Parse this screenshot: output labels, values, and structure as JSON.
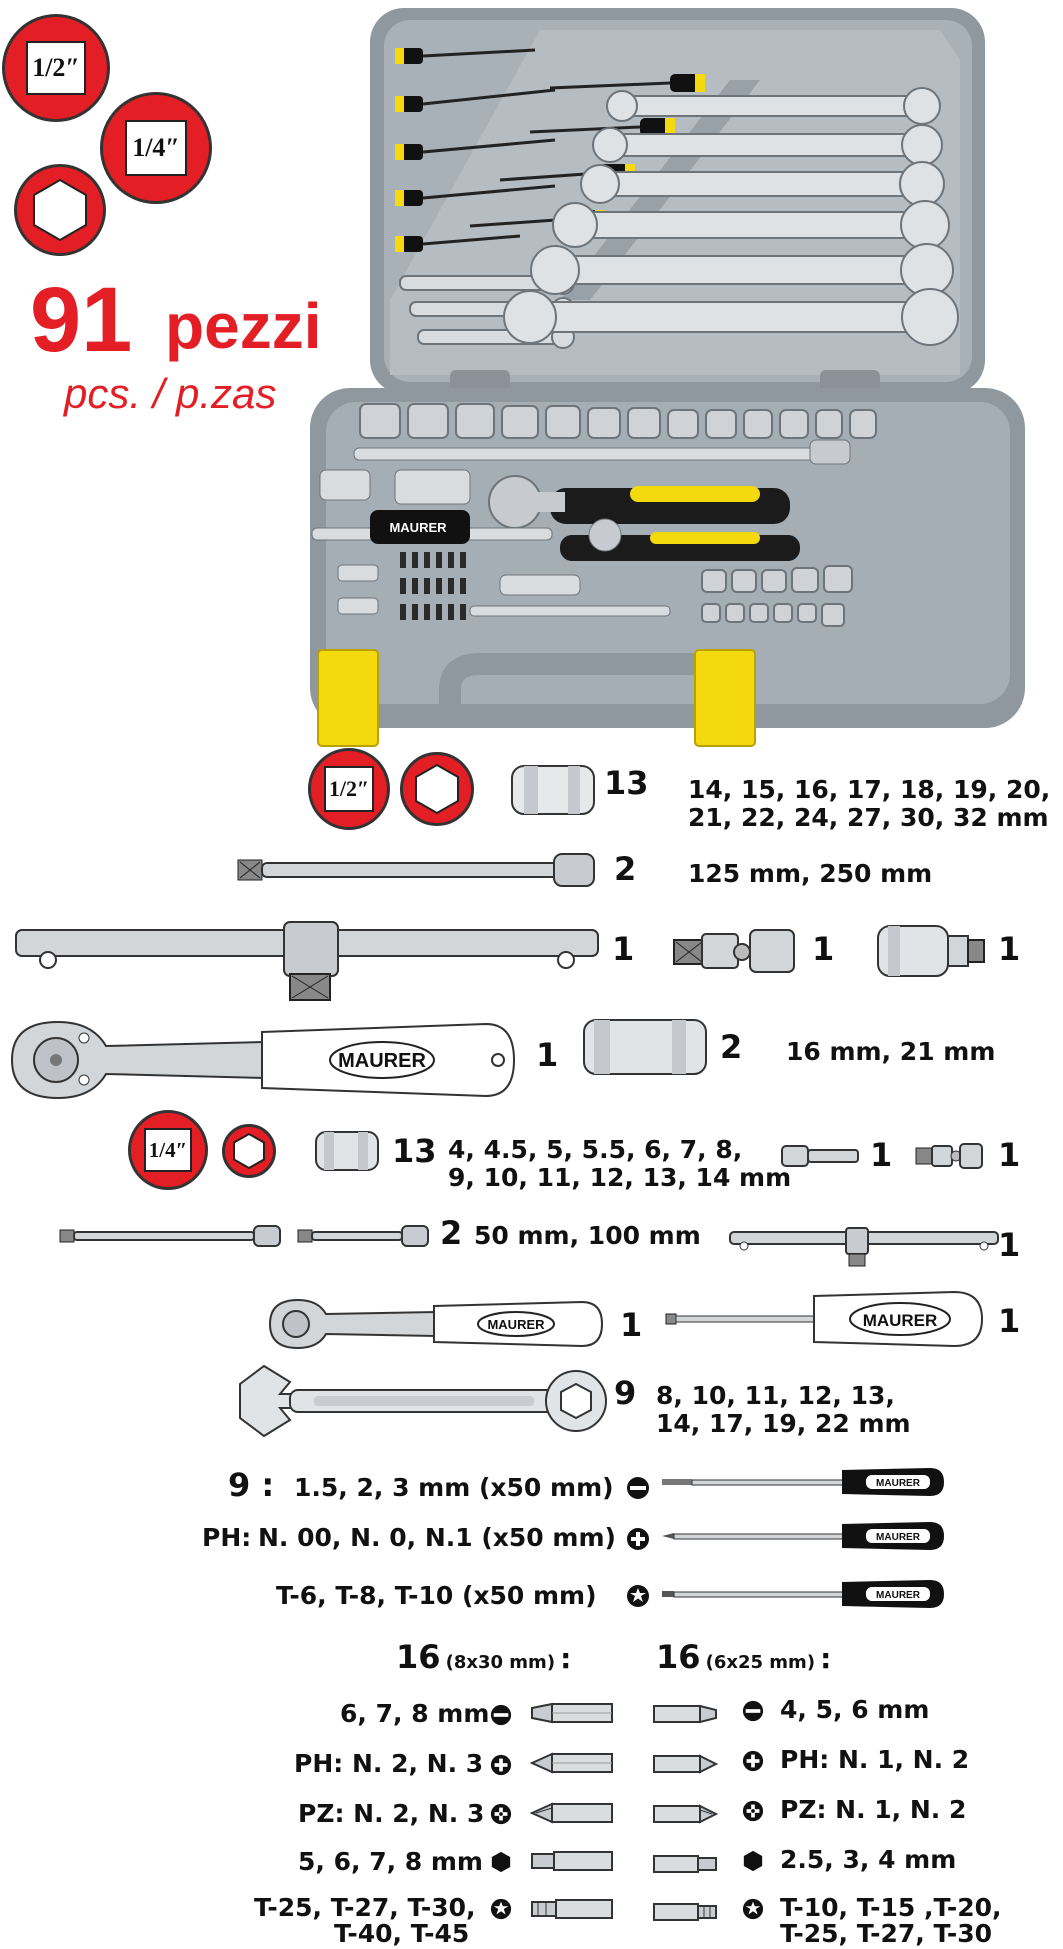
{
  "header": {
    "badge_half": "1/2″",
    "badge_quarter": "1/4″",
    "count": "91",
    "count_word": "pezzi",
    "subtitle": "pcs. / p.zas"
  },
  "brand": "MAURER",
  "rows": {
    "half_sockets": {
      "badge": "1/2″",
      "qty": "13",
      "sizes_1": "14, 15, 16, 17, 18, 19, 20,",
      "sizes_2": "21, 22, 24, 27, 30, 32 mm"
    },
    "half_ext": {
      "qty": "2",
      "sizes": "125  mm, 250  mm"
    },
    "half_tbar": {
      "qty": "1"
    },
    "half_ujoint": {
      "qty": "1"
    },
    "half_adapter": {
      "qty": "1"
    },
    "half_ratchet": {
      "qty": "1"
    },
    "half_deep": {
      "qty": "2",
      "sizes": "16  mm, 21  mm"
    },
    "quarter_sockets": {
      "badge": "1/4″",
      "qty": "13",
      "sizes_1": "4, 4.5, 5, 5.5, 6, 7, 8,",
      "sizes_2": "9, 10, 11, 12, 13, 14 mm"
    },
    "quarter_adapter": {
      "qty": "1"
    },
    "quarter_ujoint": {
      "qty": "1"
    },
    "quarter_ext": {
      "qty": "2",
      "sizes": "50 mm, 100 mm"
    },
    "quarter_tbar": {
      "qty": "1"
    },
    "quarter_ratchet": {
      "qty": "1"
    },
    "quarter_driver": {
      "qty": "1"
    },
    "wrenches": {
      "qty": "9",
      "sizes_1": "8, 10, 11, 12, 13,",
      "sizes_2": "14, 17, 19, 22 mm"
    }
  },
  "screwdrivers": [
    {
      "label": "9 :",
      "text": "1.5, 2, 3 mm (x50 mm)",
      "icon": "slotted-icon"
    },
    {
      "label": "PH:",
      "text": "N. 00, N. 0, N.1 (x50 mm)",
      "icon": "phillips-icon"
    },
    {
      "label": "",
      "text": "T-6, T-8, T-10 (x50 mm)",
      "icon": "torx-icon"
    }
  ],
  "bits": {
    "left_qty": "16",
    "left_size": "(8x30 mm)",
    "right_qty": "16",
    "right_size": "(6x25 mm)",
    "colon": ":",
    "left": [
      {
        "text": "6, 7, 8 mm",
        "icon": "slotted-icon"
      },
      {
        "text": "PH: N. 2, N. 3",
        "icon": "phillips-icon"
      },
      {
        "text": "PZ: N. 2, N. 3",
        "icon": "pozidriv-icon"
      },
      {
        "text": "5, 6, 7, 8 mm",
        "icon": "hex-icon"
      },
      {
        "text": "T-25, T-27, T-30,",
        "text2": "T-40, T-45",
        "icon": "torx-icon"
      }
    ],
    "right": [
      {
        "text": "4, 5, 6 mm",
        "icon": "slotted-icon"
      },
      {
        "text": "PH: N. 1, N. 2",
        "icon": "phillips-icon"
      },
      {
        "text": "PZ: N. 1, N. 2",
        "icon": "pozidriv-icon"
      },
      {
        "text": "2.5, 3, 4 mm",
        "icon": "hex-icon"
      },
      {
        "text": "T-10, T-15 ,T-20,",
        "text2": "T-25, T-27, T-30",
        "icon": "torx-icon"
      }
    ]
  },
  "colors": {
    "red": "#e31e24",
    "case": "#9aa3ab",
    "yellow": "#f3d90d",
    "steel": "#c8ccd0"
  }
}
